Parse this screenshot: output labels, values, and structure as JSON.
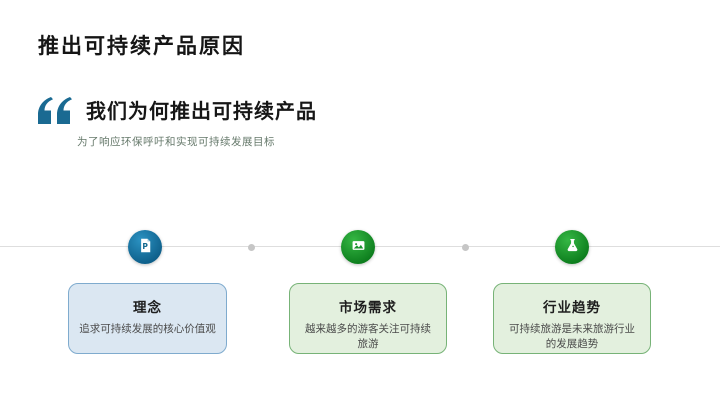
{
  "slide": {
    "title": "推出可持续产品原因",
    "quote": {
      "heading": "我们为何推出可持续产品",
      "subtext": "为了响应环保呼吁和实现可持续发展目标"
    },
    "timeline": {
      "icons": [
        {
          "name": "document-p-icon",
          "circle_color": "#14729f"
        },
        {
          "name": "image-icon",
          "circle_color": "#1f9c2e"
        },
        {
          "name": "flask-icon",
          "circle_color": "#1f9c2e"
        }
      ],
      "line_color": "#dedede",
      "dot_color": "#c6c6c6"
    },
    "cards": [
      {
        "title": "理念",
        "body": "追求可持续发展的核心价值观",
        "bg_color": "#dbe7f2",
        "border_color": "#7fabce"
      },
      {
        "title": "市场需求",
        "body": "越来越多的游客关注可持续旅游",
        "bg_color": "#e3f0de",
        "border_color": "#77b377"
      },
      {
        "title": "行业趋势",
        "body": "可持续旅游是未来旅游行业的发展趋势",
        "bg_color": "#e3f0de",
        "border_color": "#77b377"
      }
    ],
    "colors": {
      "quote_mark": "#1a6a92",
      "title_text": "#151515",
      "subtext": "#66796b"
    }
  }
}
